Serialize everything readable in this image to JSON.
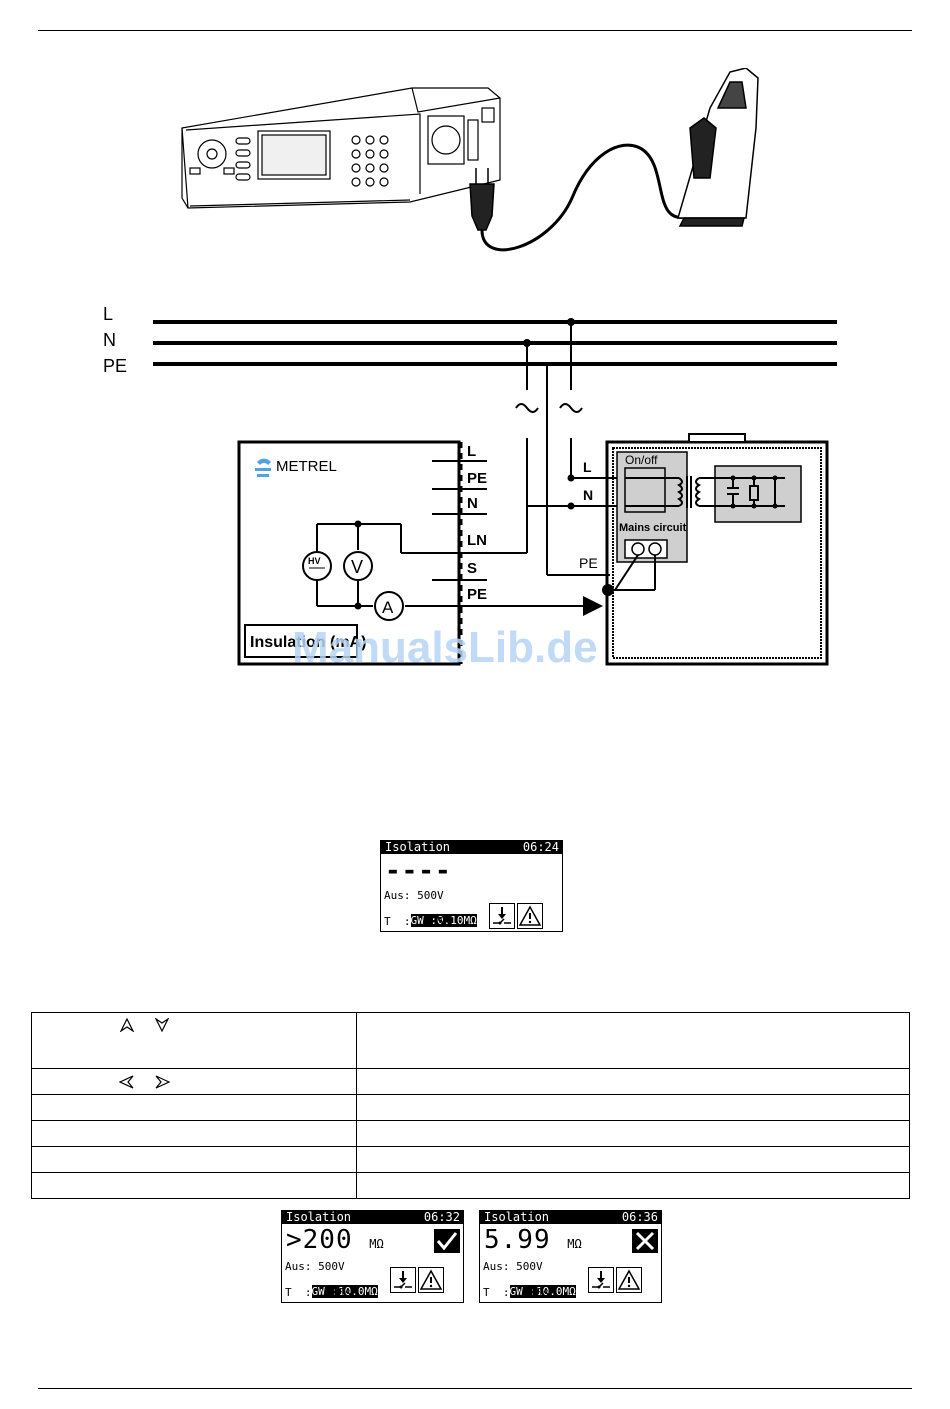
{
  "diagram": {
    "lines": [
      "L",
      "N",
      "PE"
    ],
    "brand": "METREL",
    "terminals": [
      "L",
      "PE",
      "N",
      "LN",
      "S",
      "PE"
    ],
    "meters": [
      "HV",
      "V",
      "A"
    ],
    "mode_label": "Insulation (mA)",
    "device_labels": {
      "l": "L",
      "n": "N",
      "pe": "PE",
      "switch": "On/off",
      "circuit": "Mains circuit"
    },
    "watermark": "ManualsLib.de"
  },
  "screen_main": {
    "title": "Isolation",
    "clock": "06:24",
    "value": "----",
    "aus": "Aus: 500V",
    "gw_label": "GW :",
    "gw_value": "0.10MΩ",
    "t": "T  :    5s"
  },
  "key_table": {
    "rows": [
      {
        "key_icons": [
          "up-arrow-icon",
          "down-arrow-icon"
        ],
        "desc": ""
      },
      {
        "key_icons": [
          "left-arrow-icon",
          "right-arrow-icon"
        ],
        "desc": ""
      },
      {
        "key_icons": [],
        "desc": ""
      },
      {
        "key_icons": [],
        "desc": ""
      },
      {
        "key_icons": [],
        "desc": ""
      },
      {
        "key_icons": [],
        "desc": ""
      }
    ]
  },
  "screen_pass": {
    "title": "Isolation",
    "clock": "06:32",
    "value": ">200",
    "unit": "MΩ",
    "aus": "Aus: 500V",
    "gw_label": "GW :",
    "gw_value": "10.0MΩ",
    "t": "T  :   10s",
    "verdict_icon": "checkmark-icon"
  },
  "screen_fail": {
    "title": "Isolation",
    "clock": "06:36",
    "value": "5.99",
    "unit": "MΩ",
    "aus": "Aus: 500V",
    "gw_label": "GW :",
    "gw_value": "10.0MΩ",
    "t": "T  :   10s",
    "verdict_icon": "cross-icon"
  }
}
